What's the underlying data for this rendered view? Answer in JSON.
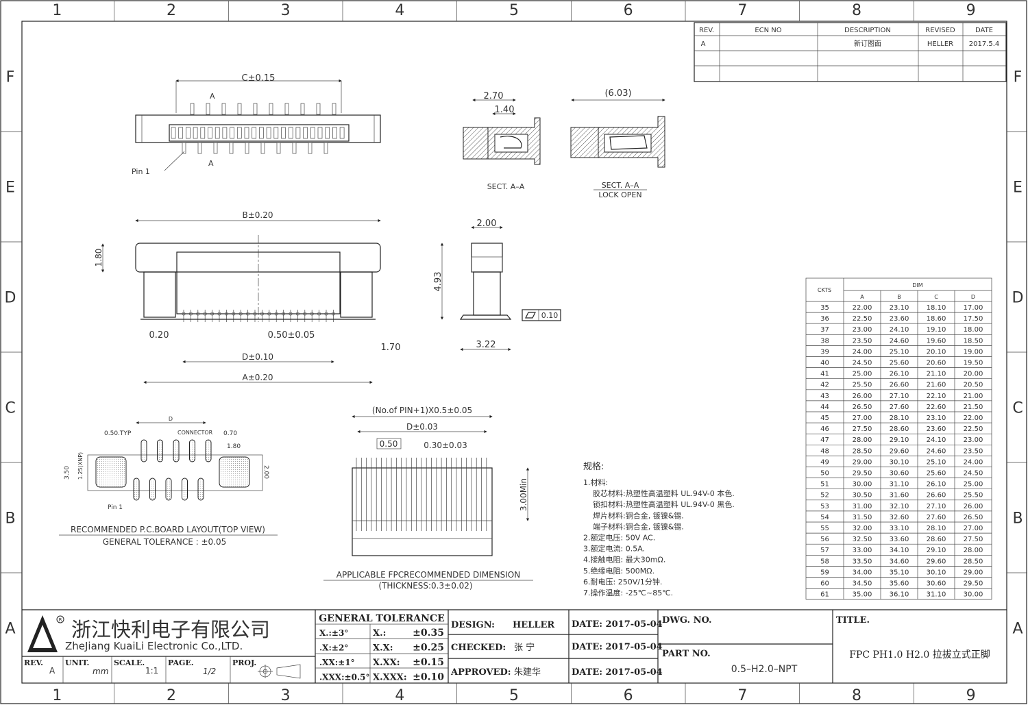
{
  "grid": {
    "columns": [
      "1",
      "2",
      "3",
      "4",
      "5",
      "6",
      "7",
      "8",
      "9"
    ],
    "rows": [
      "F",
      "E",
      "D",
      "C",
      "B",
      "A"
    ]
  },
  "revision_table": {
    "headers": [
      "REV.",
      "ECN NO",
      "DESCRIPTION",
      "REVISED",
      "DATE"
    ],
    "rows": [
      [
        "A",
        "",
        "新订图面",
        "HELLER",
        "2017.5.4"
      ],
      [
        "",
        "",
        "",
        "",
        ""
      ],
      [
        "",
        "",
        "",
        "",
        ""
      ]
    ]
  },
  "top_view": {
    "dim_c": "C±0.15",
    "section_mark": "A",
    "pin1_label": "Pin 1"
  },
  "section_views": {
    "dim_270": "2.70",
    "dim_140": "1.40",
    "dim_603": "(6.03)",
    "sect_label": "SECT. A–A",
    "sect_open_label_1": "SECT. A–A",
    "sect_open_label_2": "LOCK  OPEN"
  },
  "front_view": {
    "dim_b": "B±0.20",
    "dim_180": "1.80",
    "dim_020": "0.20",
    "dim_pitch": "0.50±0.05",
    "dim_170": "1.70",
    "dim_d": "D±0.10",
    "dim_a": "A±0.20"
  },
  "side_view": {
    "dim_200": "2.00",
    "dim_493": "4.93",
    "dim_322": "3.22",
    "flatness": "0.10"
  },
  "pcb_layout": {
    "dim_d": "D",
    "typ": "0.50.TYP",
    "connector": "CONNECTOR",
    "dim_070": "0.70",
    "dim_180": "1.80",
    "dim_350": "3.50",
    "dim_125": "1.25(XNP)",
    "dim_200": "2.00",
    "pin1": "Pin 1",
    "caption_1": "RECOMMENDED  P.C.BOARD  LAYOUT(TOP  VIEW)",
    "caption_2": "GENERAL  TOLERANCE  :  ±0.05"
  },
  "fpc_view": {
    "dim_pins": "(No.of PIN+1)X0.5±0.05",
    "dim_d": "D±0.03",
    "dim_050": "0.50",
    "dim_030": "0.30±0.03",
    "dim_300": "3.00Min",
    "caption_1": "APPLICABLE  FPCRECOMMENDED  DIMENSION",
    "caption_2": "(THICKNESS:0.3±0.02)"
  },
  "specs": {
    "title": "规格:",
    "lines": [
      "1.材料:",
      "胶芯材料:热塑性高温塑料 UL.94V-0 本色.",
      "锁扣材料:热塑性高温塑料 UL.94V-0 黑色.",
      "焊片材料:铜合金, 镀镍&锡.",
      "端子材料:铜合金, 镀镍&锡.",
      "2.额定电压: 50V AC.",
      "3.额定电流: 0.5A.",
      "4.接触电阻: 最大30mΩ.",
      "5.绝缘电阻: 500MΩ.",
      "6.耐电压: 250V/1分钟.",
      "7.操作温度: -25℃~85℃."
    ]
  },
  "dim_table": {
    "header_ckts": "CKTS",
    "header_dim": "DIM",
    "columns": [
      "A",
      "B",
      "C",
      "D"
    ],
    "rows": [
      [
        "35",
        "22.00",
        "23.10",
        "18.10",
        "17.00"
      ],
      [
        "36",
        "22.50",
        "23.60",
        "18.60",
        "17.50"
      ],
      [
        "37",
        "23.00",
        "24.10",
        "19.10",
        "18.00"
      ],
      [
        "38",
        "23.50",
        "24.60",
        "19.60",
        "18.50"
      ],
      [
        "39",
        "24.00",
        "25.10",
        "20.10",
        "19.00"
      ],
      [
        "40",
        "24.50",
        "25.60",
        "20.60",
        "19.50"
      ],
      [
        "41",
        "25.00",
        "26.10",
        "21.10",
        "20.00"
      ],
      [
        "42",
        "25.50",
        "26.60",
        "21.60",
        "20.50"
      ],
      [
        "43",
        "26.00",
        "27.10",
        "22.10",
        "21.00"
      ],
      [
        "44",
        "26.50",
        "27.60",
        "22.60",
        "21.50"
      ],
      [
        "45",
        "27.00",
        "28.10",
        "23.10",
        "22.00"
      ],
      [
        "46",
        "27.50",
        "28.60",
        "23.60",
        "22.50"
      ],
      [
        "47",
        "28.00",
        "29.10",
        "24.10",
        "23.00"
      ],
      [
        "48",
        "28.50",
        "29.60",
        "24.60",
        "23.50"
      ],
      [
        "49",
        "29.00",
        "30.10",
        "25.10",
        "24.00"
      ],
      [
        "50",
        "29.50",
        "30.60",
        "25.60",
        "24.50"
      ],
      [
        "51",
        "30.00",
        "31.10",
        "26.10",
        "25.00"
      ],
      [
        "52",
        "30.50",
        "31.60",
        "26.60",
        "25.50"
      ],
      [
        "53",
        "31.00",
        "32.10",
        "27.10",
        "26.00"
      ],
      [
        "54",
        "31.50",
        "32.60",
        "27.60",
        "26.50"
      ],
      [
        "55",
        "32.00",
        "33.10",
        "28.10",
        "27.00"
      ],
      [
        "56",
        "32.50",
        "33.60",
        "28.60",
        "27.50"
      ],
      [
        "57",
        "33.00",
        "34.10",
        "29.10",
        "28.00"
      ],
      [
        "58",
        "33.50",
        "34.60",
        "29.60",
        "28.50"
      ],
      [
        "59",
        "34.00",
        "35.10",
        "30.10",
        "29.00"
      ],
      [
        "60",
        "34.50",
        "35.60",
        "30.60",
        "29.50"
      ],
      [
        "61",
        "35.00",
        "36.10",
        "31.10",
        "30.00"
      ]
    ]
  },
  "title_block": {
    "company_cn": "浙江快利电子有限公司",
    "company_en": "ZheJiang KuaiLi Electronic Co.,LTD.",
    "rev_label": "REV.",
    "rev_value": "A",
    "unit_label": "UNIT.",
    "unit_value": "mm",
    "scale_label": "SCALE.",
    "scale_value": "1:1",
    "page_label": "PAGE.",
    "page_value": "1/2",
    "proj_label": "PROJ.",
    "tol_title": "GENERAL  TOLERANCE",
    "tol_rows": [
      [
        "X.:±3°",
        "X.:",
        "±0.35"
      ],
      [
        ".X:±2°",
        "X.X:",
        "±0.25"
      ],
      [
        ".XX:±1°",
        "X.XX:",
        "±0.15"
      ],
      [
        ".XXX:±0.5°",
        "X.XXX:",
        "±0.10"
      ]
    ],
    "design_label": "DESIGN:",
    "design_value": "HELLER",
    "checked_label": "CHECKED:",
    "checked_value": "张  宁",
    "approved_label": "APPROVED:",
    "approved_value": "朱建华",
    "date_1": "DATE: 2017-05-04",
    "date_2": "DATE: 2017-05-04",
    "date_3": "DATE: 2017-05-04",
    "dwg_label": "DWG.  NO.",
    "part_label": "PART  NO.",
    "part_value": "0.5–H2.0–NPT",
    "title_label": "TITLE.",
    "title_value": "FPC  PH1.0  H2.0  拉拔立式正脚"
  }
}
